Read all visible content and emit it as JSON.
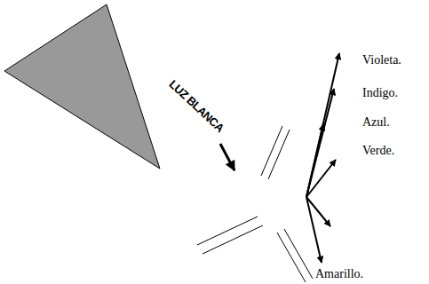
{
  "diagram": {
    "labels": [
      "LUZ BLANCA",
      "Violeta.",
      "Indigo.",
      "Azul.",
      "Verde.",
      "Amarillo."
    ]
  }
}
